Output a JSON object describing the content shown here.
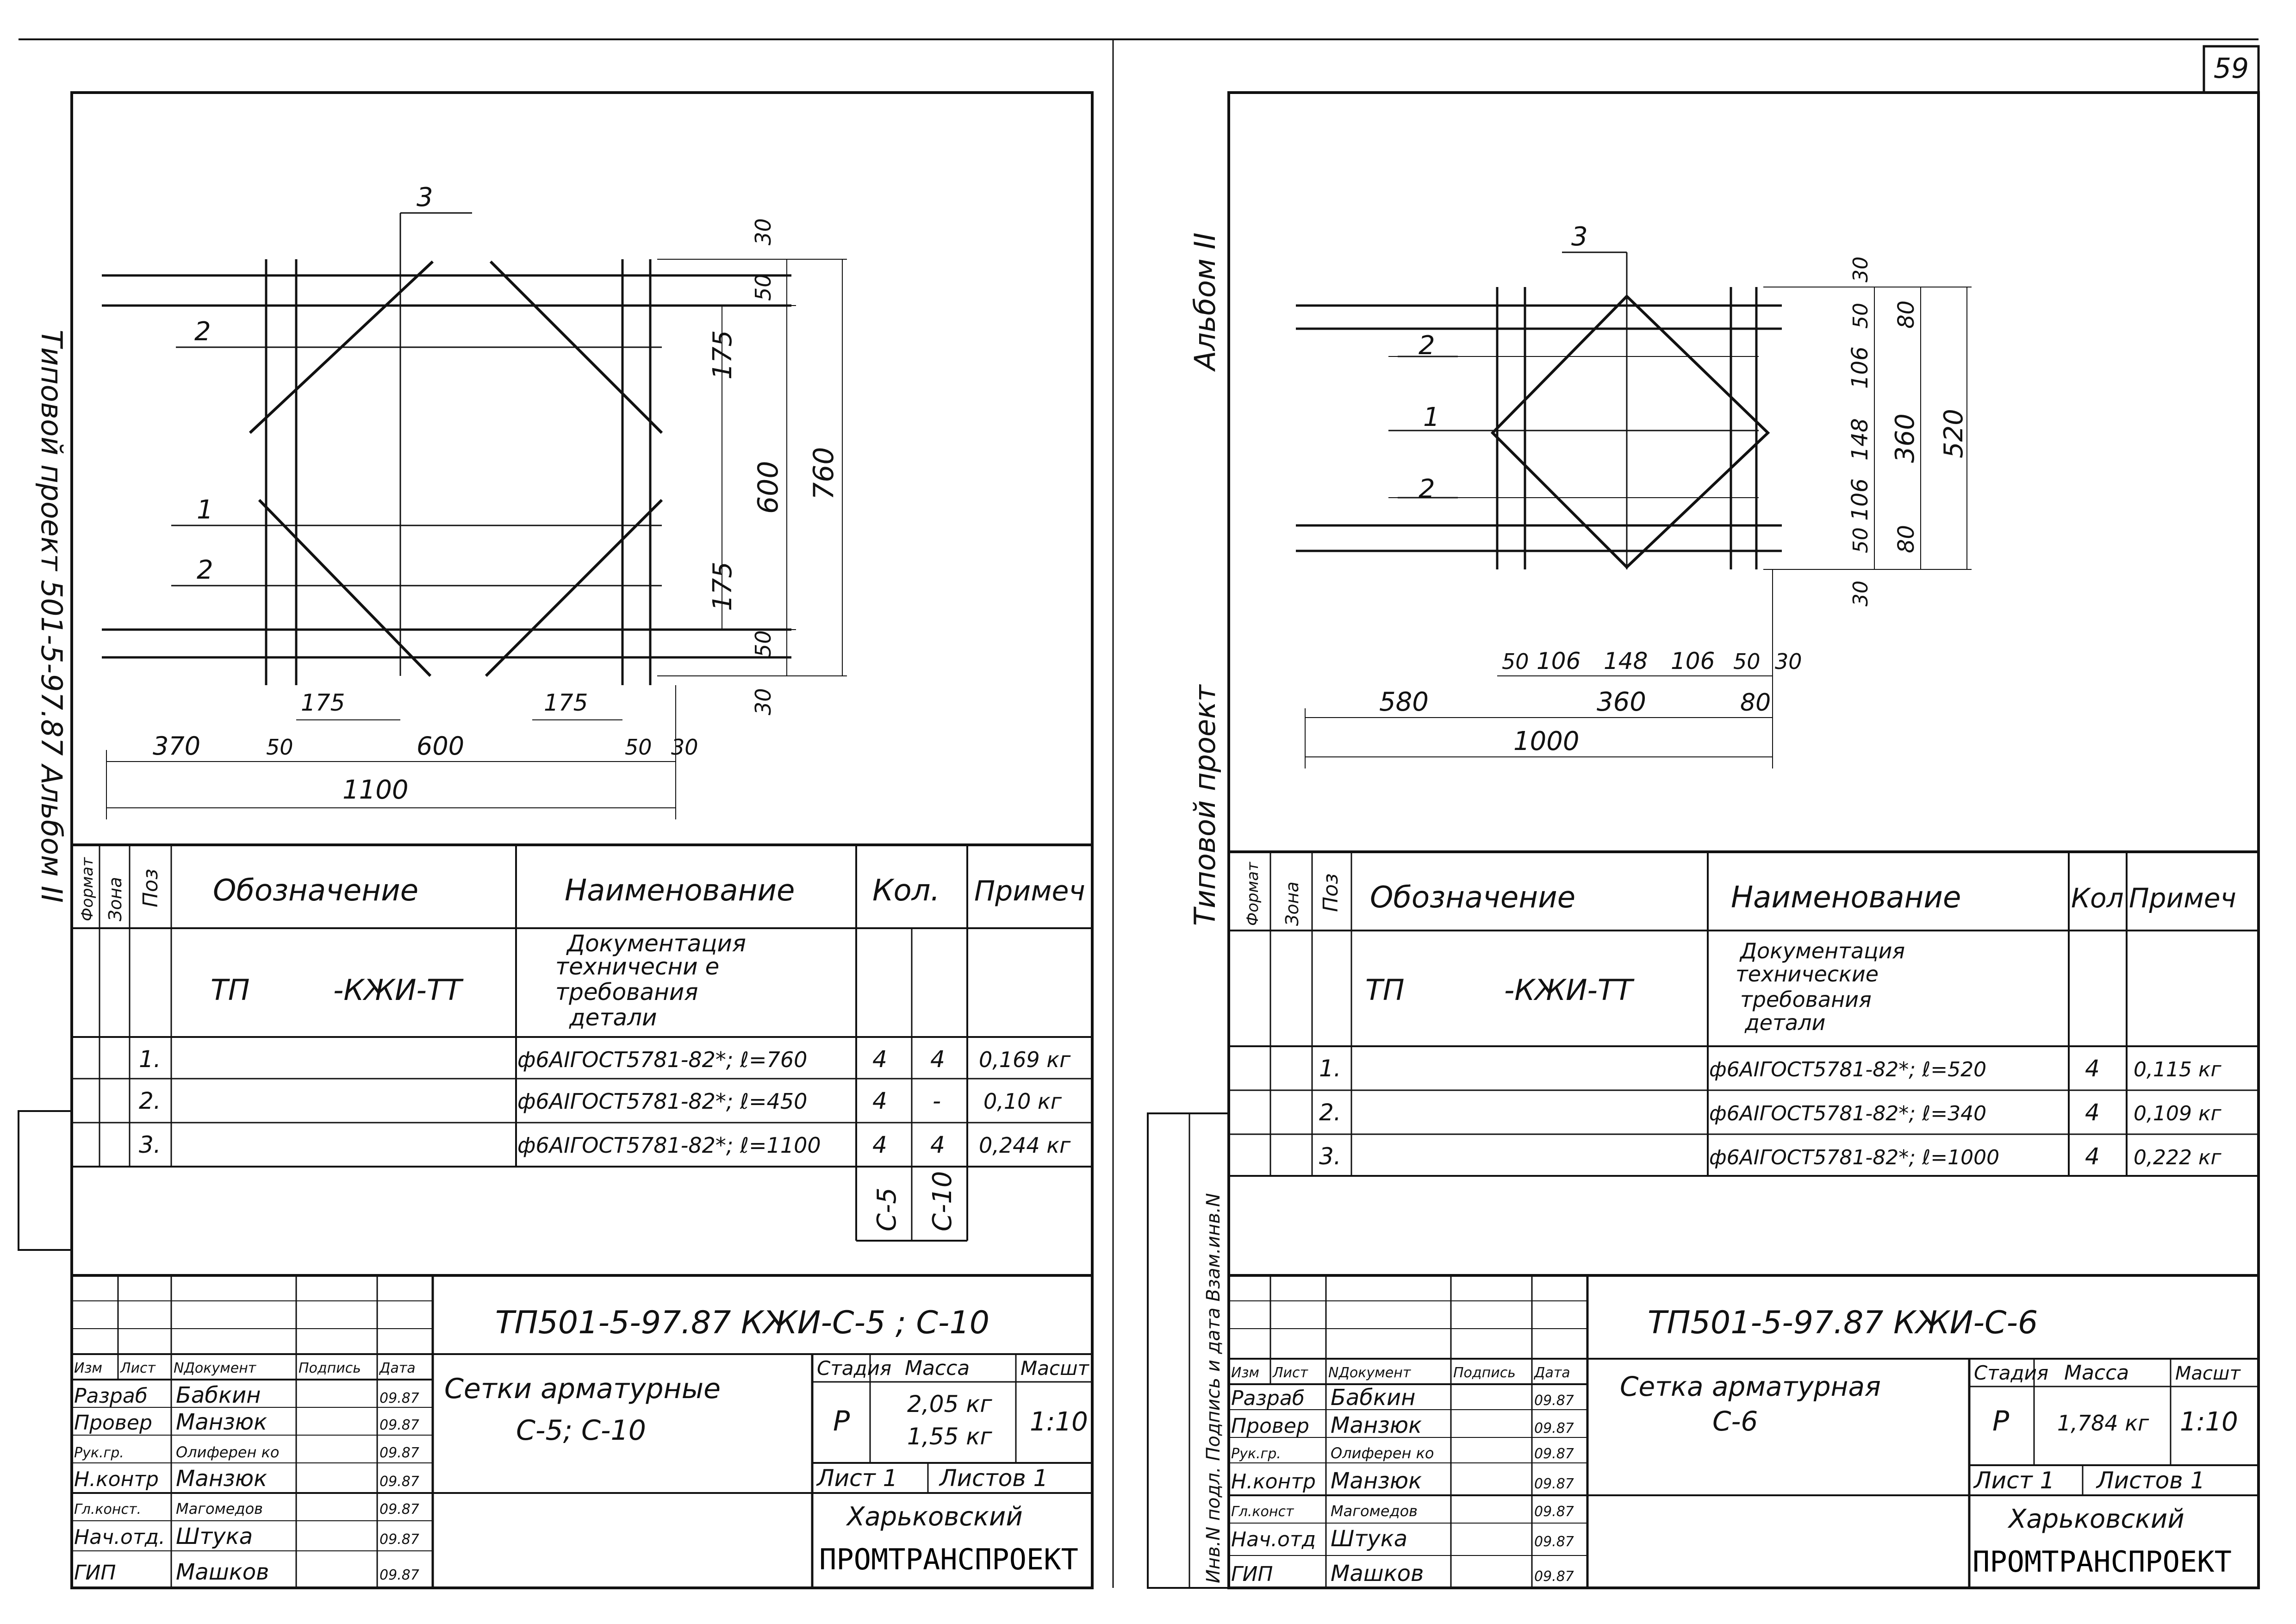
{
  "page_number": "59",
  "left": {
    "side_text": "Типовой проект 501-5-97.87 Альбом II",
    "dims": {
      "d3": "3",
      "d2a": "2",
      "d1": "1",
      "d2b": "2",
      "top30": "30",
      "v50a": "50",
      "v175a": "175",
      "v600": "600",
      "v760": "760",
      "v175b": "175",
      "v50b": "50",
      "bot30": "30",
      "h175a": "175",
      "h175b": "175",
      "h370": "370",
      "h50a": "50",
      "h600": "600",
      "h50b": "50",
      "h30": "30",
      "h1100": "1100"
    },
    "spec": {
      "headers": {
        "format": "Формат",
        "zone": "Зона",
        "pos": "Поз",
        "designation": "Обозначение",
        "name": "Наименование",
        "qty": "Кол.",
        "note": "Примеч"
      },
      "doc_row": {
        "designation_a": "ТП",
        "designation_b": "-КЖИ-ТТ",
        "name_lines": [
          "Документация",
          "техничесни е",
          "требования",
          "детали"
        ]
      },
      "rows": [
        {
          "pos": "1.",
          "name": "ф6АIГОСТ5781-82*; ℓ=760",
          "q1": "4",
          "q2": "4",
          "note": "0,169 кг"
        },
        {
          "pos": "2.",
          "name": "ф6АIГОСТ5781-82*; ℓ=450",
          "q1": "4",
          "q2": "-",
          "note": "0,10 кг"
        },
        {
          "pos": "3.",
          "name": "ф6АIГОСТ5781-82*; ℓ=1100",
          "q1": "4",
          "q2": "4",
          "note": "0,244 кг"
        }
      ],
      "brand_a": "С-5",
      "brand_b": "С-10"
    },
    "stamp": {
      "code": "ТП501-5-97.87 КЖИ-С-5 ; С-10",
      "head": [
        "Изм",
        "Лист",
        "NДокумент",
        "Подпись",
        "Дата"
      ],
      "people": [
        {
          "role": "Разраб",
          "name": "Бабкин",
          "date": "09.87"
        },
        {
          "role": "Провер",
          "name": "Манзюк",
          "date": "09.87"
        },
        {
          "role": "Рук.гр.",
          "name": "Олиферен ко",
          "date": "09.87"
        },
        {
          "role": "Н.контр",
          "name": "Манзюк",
          "date": "09.87"
        },
        {
          "role": "Гл.конст.",
          "name": "Магомедов",
          "date": "09.87"
        },
        {
          "role": "Нач.отд.",
          "name": "Штука",
          "date": "09.87"
        },
        {
          "role": "ГИП",
          "name": "Машков",
          "date": "09.87"
        }
      ],
      "title_lines": [
        "Сетки арматурные",
        "С-5; С-10"
      ],
      "stage_h": "Стадия",
      "mass_h": "Масса",
      "scale_h": "Масшт",
      "stage": "Р",
      "mass1": "2,05 кг",
      "mass2": "1,55 кг",
      "scale": "1:10",
      "sheet": "Лист 1",
      "sheets": "Листов 1",
      "org1": "Харьковский",
      "org2": "ПРОМТРАНСПРОЕКТ"
    }
  },
  "right": {
    "side_text_a": "Альбом II",
    "side_text_b": "Типовой проект",
    "side_stack": "Инв.N подл. Подпись и дата Взам.инв.N",
    "dims": {
      "d3": "3",
      "d2a": "2",
      "d1": "1",
      "d2b": "2",
      "t30": "30",
      "v50a": "50",
      "v106a": "106",
      "v148": "148",
      "v106b": "106",
      "v50b": "50",
      "b30": "30",
      "v80a": "80",
      "v360": "360",
      "v80b": "80",
      "v520": "520",
      "h50a": "50",
      "h106a": "106",
      "h148": "148",
      "h106b": "106",
      "h50b": "50",
      "h30": "30",
      "h580": "580",
      "h360": "360",
      "h80": "80",
      "h1000": "1000"
    },
    "spec": {
      "headers": {
        "format": "Формат",
        "zone": "Зона",
        "pos": "Поз",
        "designation": "Обозначение",
        "name": "Наименование",
        "qty": "Кол",
        "note": "Примеч"
      },
      "doc_row": {
        "designation_a": "ТП",
        "designation_b": "-КЖИ-ТТ",
        "name_lines": [
          "Документация",
          "технические",
          "требования",
          "детали"
        ]
      },
      "rows": [
        {
          "pos": "1.",
          "name": "ф6АIГОСТ5781-82*; ℓ=520",
          "q": "4",
          "note": "0,115 кг"
        },
        {
          "pos": "2.",
          "name": "ф6АIГОСТ5781-82*; ℓ=340",
          "q": "4",
          "note": "0,109 кг"
        },
        {
          "pos": "3.",
          "name": "ф6АIГОСТ5781-82*; ℓ=1000",
          "q": "4",
          "note": "0,222 кг"
        }
      ]
    },
    "stamp": {
      "code": "ТП501-5-97.87 КЖИ-С-6",
      "head": [
        "Изм",
        "Лист",
        "NДокумент",
        "Подпись",
        "Дата"
      ],
      "people": [
        {
          "role": "Разраб",
          "name": "Бабкин",
          "date": "09.87"
        },
        {
          "role": "Провер",
          "name": "Манзюк",
          "date": "09.87"
        },
        {
          "role": "Рук.гр.",
          "name": "Олиферен ко",
          "date": "09.87"
        },
        {
          "role": "Н.контр",
          "name": "Манзюк",
          "date": "09.87"
        },
        {
          "role": "Гл.конст",
          "name": "Магомедов",
          "date": "09.87"
        },
        {
          "role": "Нач.отд",
          "name": "Штука",
          "date": "09.87"
        },
        {
          "role": "ГИП",
          "name": "Машков",
          "date": "09.87"
        }
      ],
      "title_lines": [
        "Сетка арматурная",
        "С-6"
      ],
      "stage_h": "Стадия",
      "mass_h": "Масса",
      "scale_h": "Масшт",
      "stage": "Р",
      "mass": "1,784 кг",
      "scale": "1:10",
      "sheet": "Лист 1",
      "sheets": "Листов 1",
      "org1": "Харьковский",
      "org2": "ПРОМТРАНСПРОЕКТ"
    }
  }
}
